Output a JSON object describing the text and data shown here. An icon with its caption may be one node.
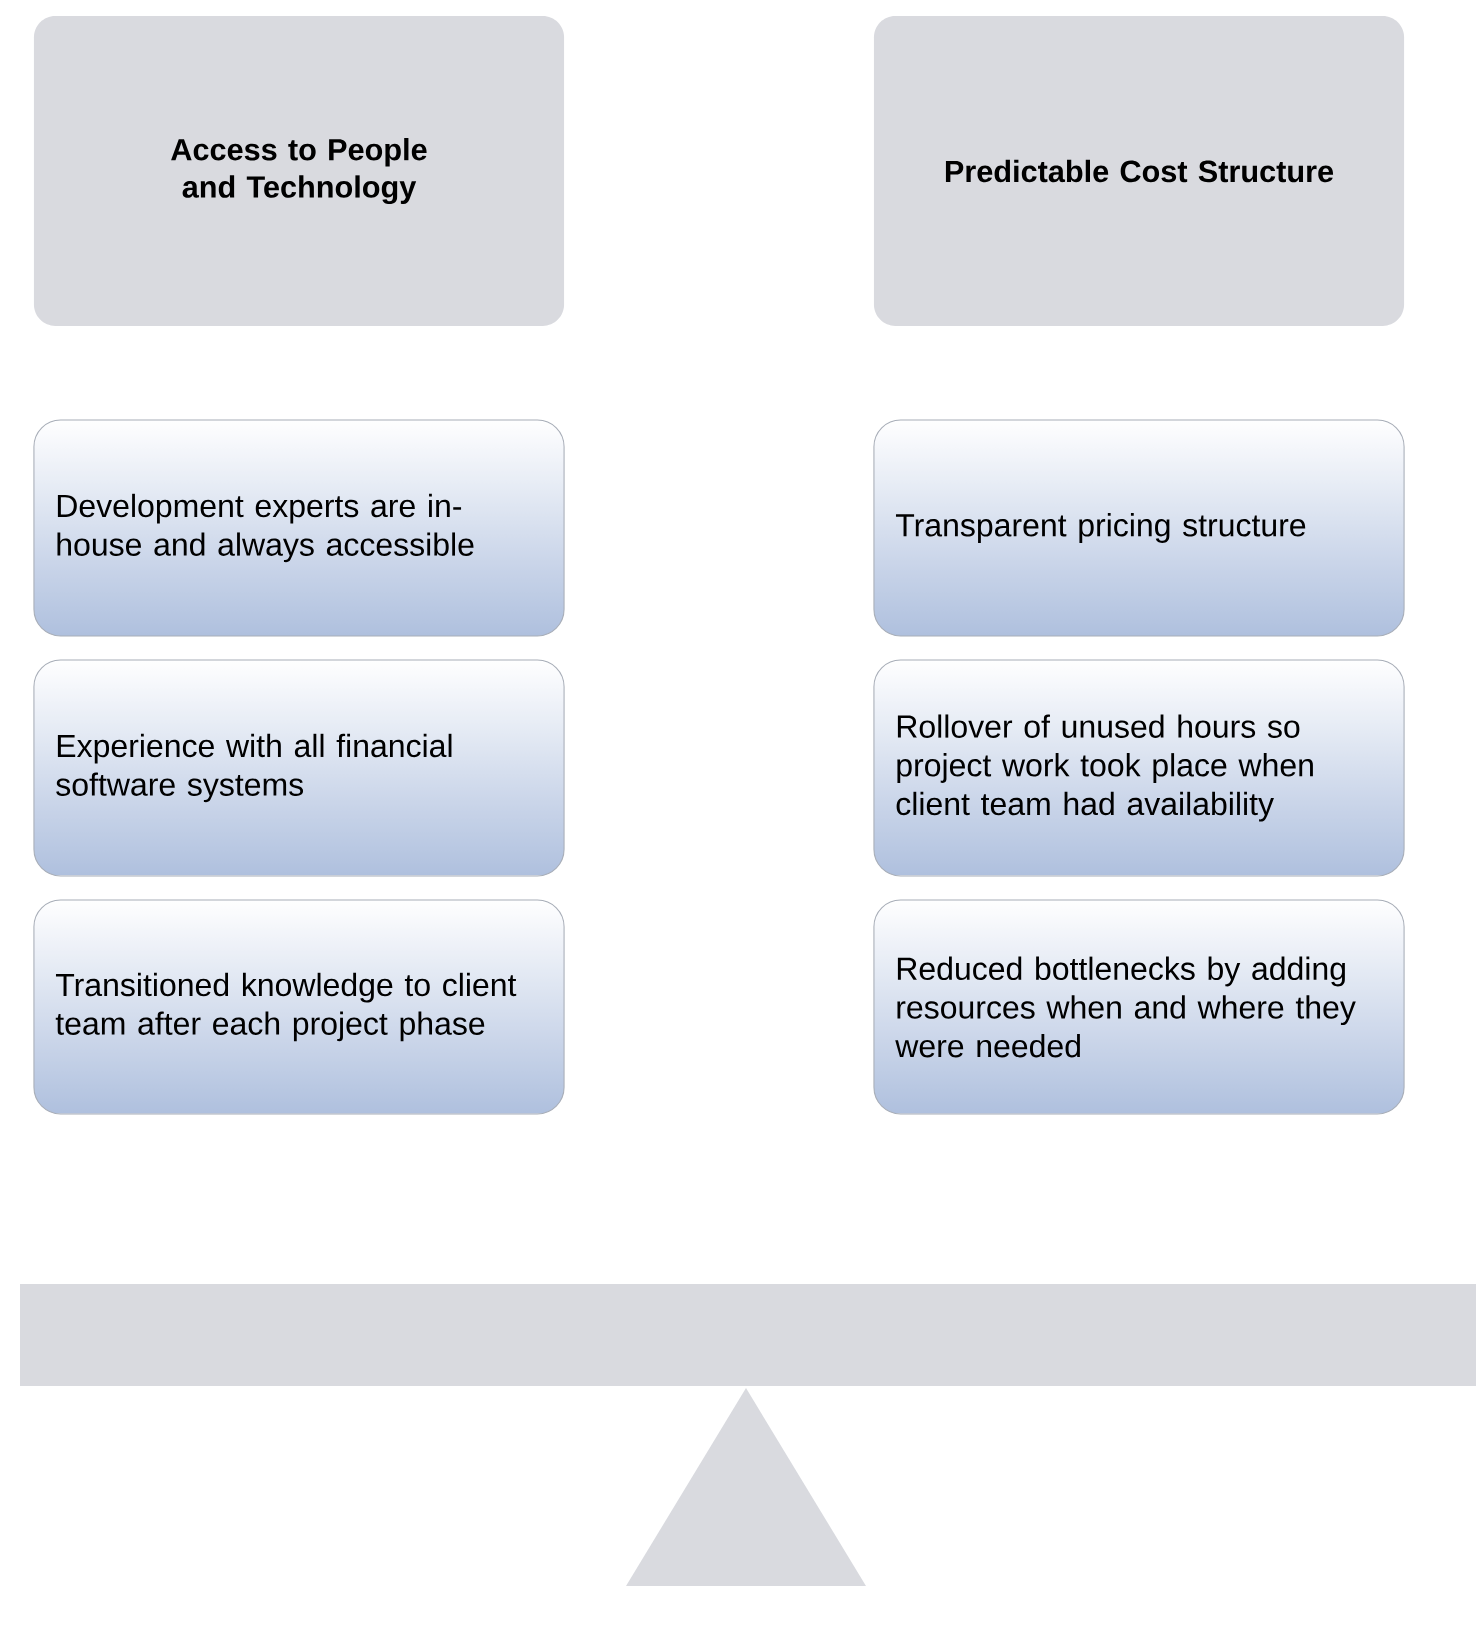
{
  "diagram": {
    "nodes": [
      {
        "text": [
          "Access to People and Technology"
        ]
      },
      {
        "text": [
          "Predictable Cost Structure"
        ]
      },
      {
        "text": [
          "Development experts are in-house and always accessible"
        ]
      },
      {
        "text": [
          "Experience with all financial software systems"
        ]
      },
      {
        "text": [
          "Transitioned knowledge to client team after each project phase"
        ]
      },
      {
        "text": [
          "Transparent pricing structure"
        ]
      },
      {
        "text": [
          "Rollover of unused hours so project work took place when client team had availability"
        ]
      },
      {
        "text": [
          "Reduced bottlenecks by adding resources when and where they were needed"
        ]
      }
    ]
  }
}
